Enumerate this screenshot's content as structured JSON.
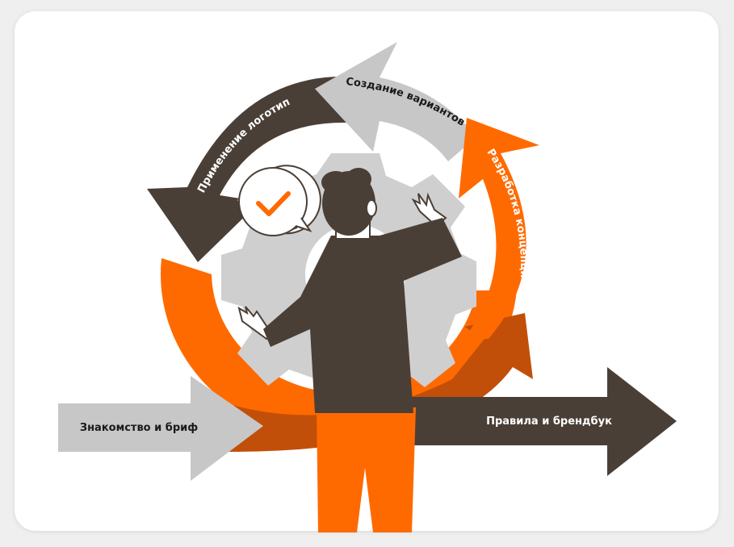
{
  "steps": {
    "brief": "Знакомство и бриф",
    "variants": "Создание вариантов",
    "concept": "Разработка концепции",
    "logo_application": "Применение логотипа",
    "rules_brandbook": "Правила и брендбук"
  },
  "colors": {
    "dark_brown": "#4a3f36",
    "orange": "#ff6a00",
    "burnt_orange": "#c9580d",
    "light_gray": "#c7c7c7",
    "gear_gray": "#cfcfcf"
  },
  "icons": [
    "checkmark-bubble-icon",
    "gear-icon",
    "person-illustration"
  ]
}
